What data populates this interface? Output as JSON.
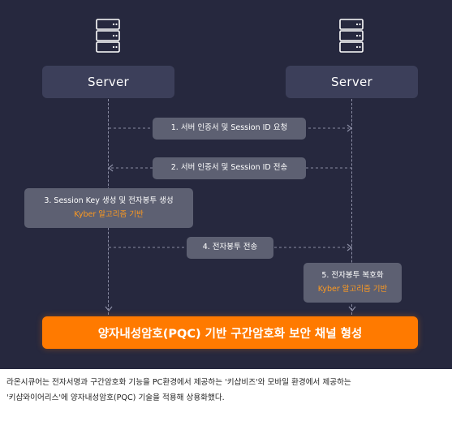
{
  "servers": {
    "left": {
      "label": "Server",
      "icon": "server-rack-icon"
    },
    "right": {
      "label": "Server",
      "icon": "server-rack-icon"
    }
  },
  "steps": {
    "s1": {
      "label": "1. 서버 인증서 및 Session ID 요청",
      "direction": "right"
    },
    "s2": {
      "label": "2. 서버 인증서 및 Session ID 전송",
      "direction": "left"
    },
    "s3": {
      "label": "3. Session Key 생성 및 전자봉투 생성",
      "sub": "Kyber 알고리즘 기반"
    },
    "s4": {
      "label": "4. 전자봉투 전송",
      "direction": "right"
    },
    "s5": {
      "label": "5. 전자봉투 복호화",
      "sub": "Kyber 알고리즘 기반"
    }
  },
  "banner": {
    "text": "양자내성암호(PQC) 기반 구간암호화 보안 채널 형성"
  },
  "caption": {
    "line1": "라온시큐어는 전자서명과 구간암호화 기능을 PC환경에서 제공하는 '키샵비즈'와 모바일 환경에서 제공하는",
    "line2": "'키샵와이어리스'에 양자내성암호(PQC) 기술을 적용해 상용화했다."
  },
  "colors": {
    "background": "#26283e",
    "server_box": "#3c3f5a",
    "step_box": "#5d6072",
    "accent": "#ff7a00",
    "sub_text": "#ff9a1f"
  }
}
